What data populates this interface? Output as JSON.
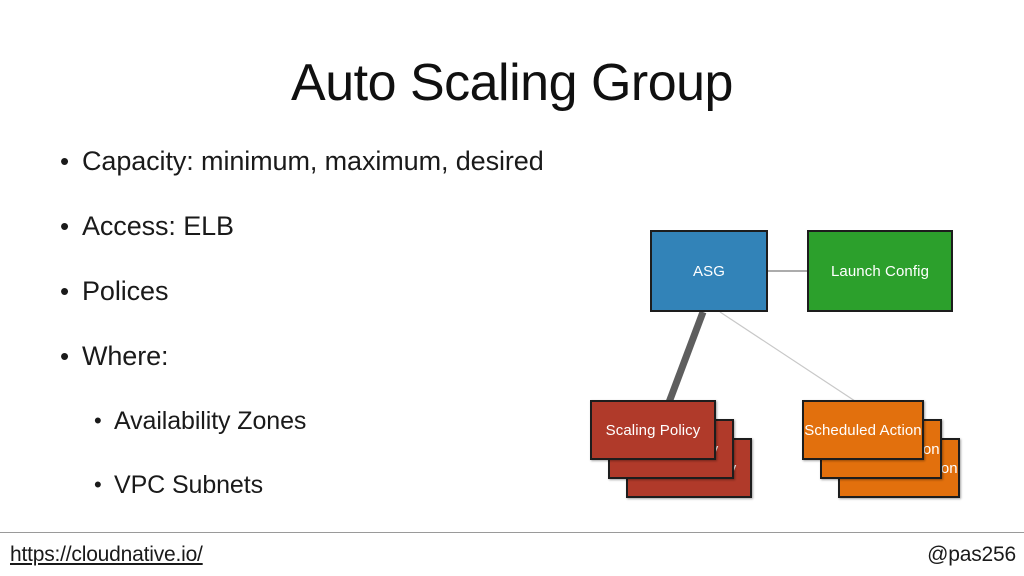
{
  "slide": {
    "title": "Auto Scaling Group",
    "bullets": [
      {
        "level": 1,
        "marker": "•",
        "text": "Capacity: minimum, maximum, desired"
      },
      {
        "level": 1,
        "marker": "•",
        "text": "Access: ELB"
      },
      {
        "level": 1,
        "marker": "•",
        "text": "Polices"
      },
      {
        "level": 1,
        "marker": "•",
        "text": "Where:"
      },
      {
        "level": 2,
        "marker": "•",
        "text": "Availability Zones"
      },
      {
        "level": 2,
        "marker": "•",
        "text": "VPC Subnets"
      }
    ]
  },
  "diagram": {
    "nodes": {
      "asg": {
        "label": "ASG",
        "color": "#3283b8"
      },
      "launch_config": {
        "label": "Launch Config",
        "color": "#2ca02c"
      },
      "scaling_policy": {
        "label": "Scaling Policy",
        "color": "#b03a2a"
      },
      "scheduled_action": {
        "label": "Scheduled Action",
        "color": "#e2700d"
      }
    },
    "connector_colors": {
      "asg_to_launch_config": "#7a7a7a",
      "asg_to_scaling_policy": "#5e5e5e",
      "asg_to_scheduled_action": "#c8c8c8"
    }
  },
  "footer": {
    "link": "https://cloudnative.io/",
    "handle": "@pas256"
  }
}
